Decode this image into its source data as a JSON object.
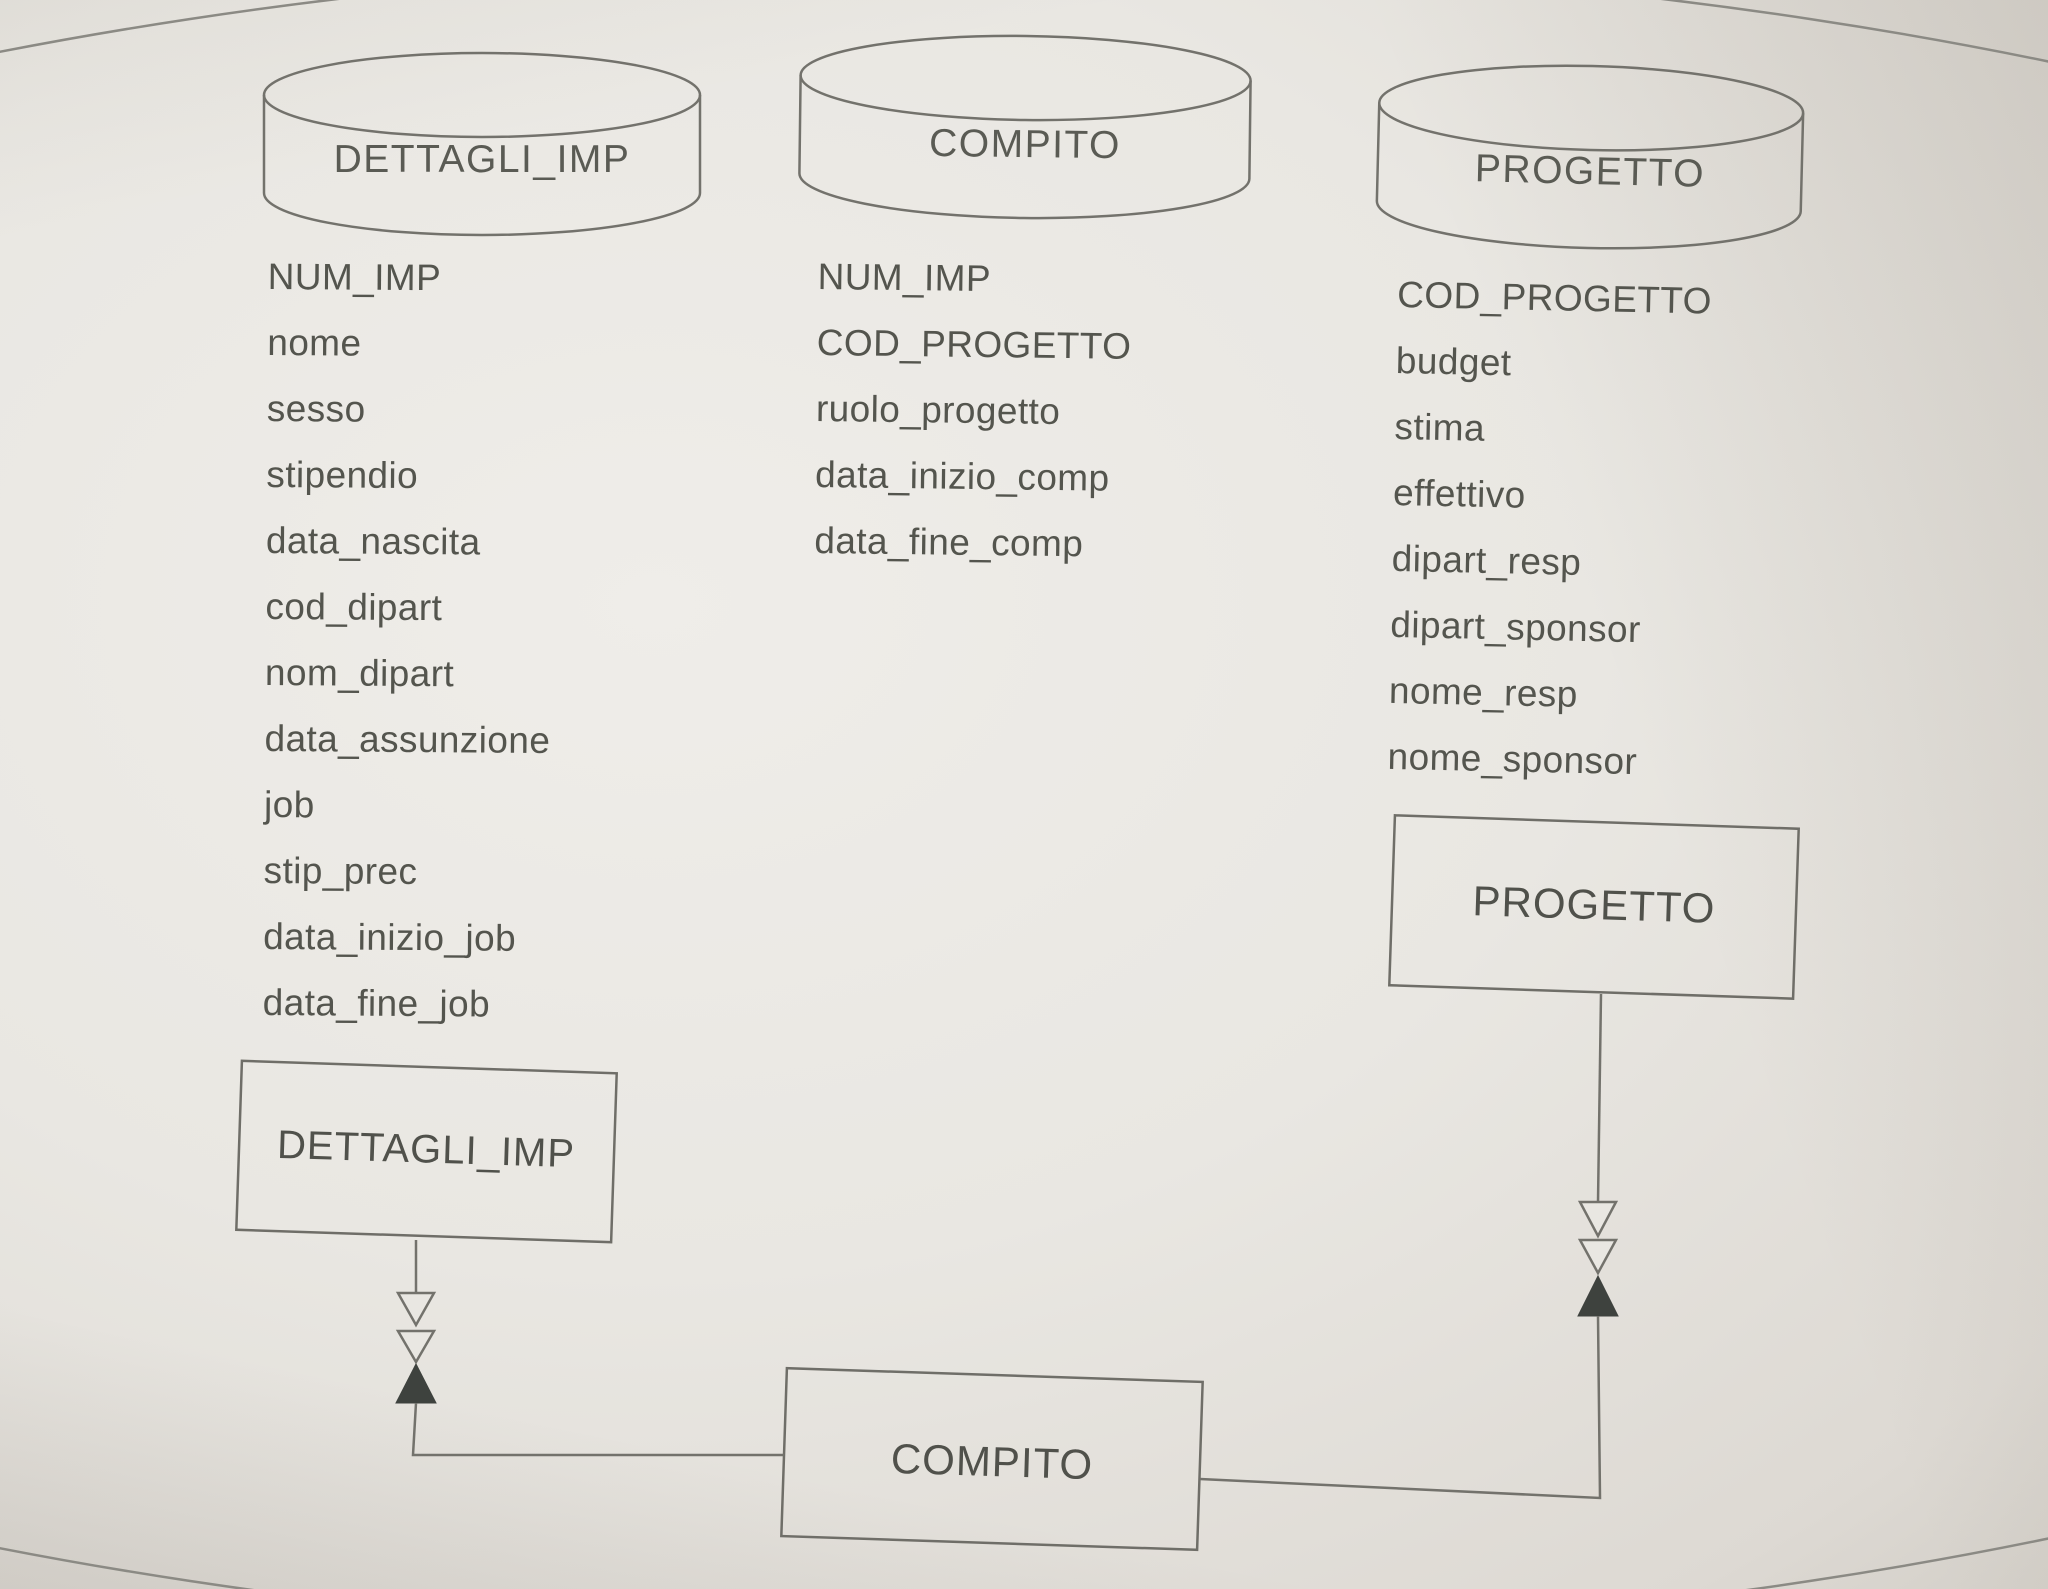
{
  "figure": {
    "cylinders": [
      {
        "label": "DETTAGLI_IMP",
        "attributes": [
          "NUM_IMP",
          "nome",
          "sesso",
          "stipendio",
          "data_nascita",
          "cod_dipart",
          "nom_dipart",
          "data_assunzione",
          "job",
          "stip_prec",
          "data_inizio_job",
          "data_fine_job"
        ]
      },
      {
        "label": "COMPITO",
        "attributes": [
          "NUM_IMP",
          "COD_PROGETTO",
          "ruolo_progetto",
          "data_inizio_comp",
          "data_fine_comp"
        ]
      },
      {
        "label": "PROGETTO",
        "attributes": [
          "COD_PROGETTO",
          "budget",
          "stima",
          "effettivo",
          "dipart_resp",
          "dipart_sponsor",
          "nome_resp",
          "nome_sponsor"
        ]
      }
    ],
    "boxes": [
      {
        "label": "PROGETTO"
      },
      {
        "label": "DETTAGLI_IMP"
      },
      {
        "label": "COMPITO"
      }
    ],
    "colors": {
      "paper": "#e9e7e2",
      "line": "#73726c",
      "text": "#54554e",
      "arrow_fill": "#3e423e",
      "border_oval": "#8b8a84"
    }
  }
}
